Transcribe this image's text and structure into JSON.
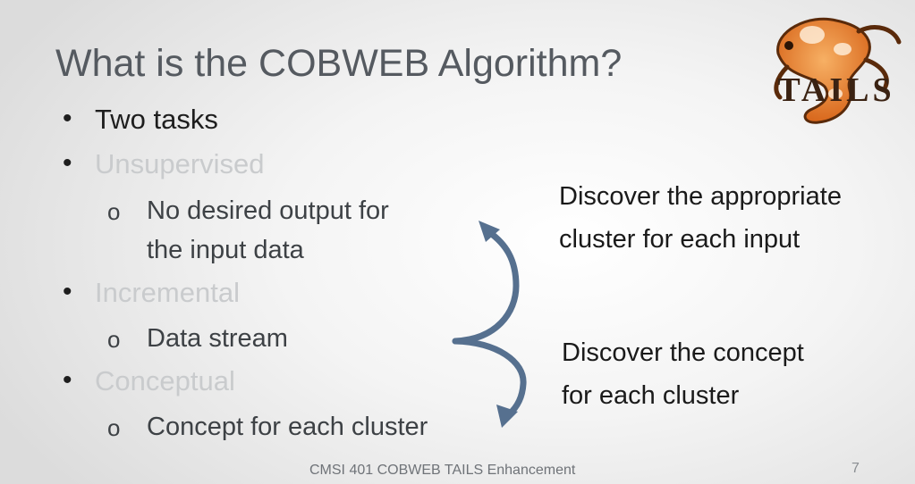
{
  "slide": {
    "title": "What is the COBWEB Algorithm?",
    "bullets": [
      {
        "text": "Two tasks"
      },
      {
        "text": "Unsupervised"
      },
      {
        "text": "Incremental"
      },
      {
        "text": "Conceptual"
      }
    ],
    "sub_bullets": [
      {
        "line1": "No desired output for",
        "line2": "the input data"
      },
      {
        "text": "Data stream"
      },
      {
        "text": "Concept for each cluster"
      }
    ],
    "bullet_glyph": "•",
    "sub_bullet_glyph": "o",
    "callouts": [
      {
        "line1": "Discover the appropriate",
        "line2": "cluster for each input"
      },
      {
        "line1": "Discover the concept",
        "line2": "for each cluster"
      }
    ],
    "logo_text": "TAILS",
    "footer": "CMSI 401 COBWEB TAILS Enhancement",
    "page_number": "7",
    "colors": {
      "title": "#555a60",
      "active_bullet": "#1e1e1e",
      "faded_bullet": "#c9cbcd",
      "arrow": "#56708f",
      "logo_orange": "#e8822f"
    }
  }
}
